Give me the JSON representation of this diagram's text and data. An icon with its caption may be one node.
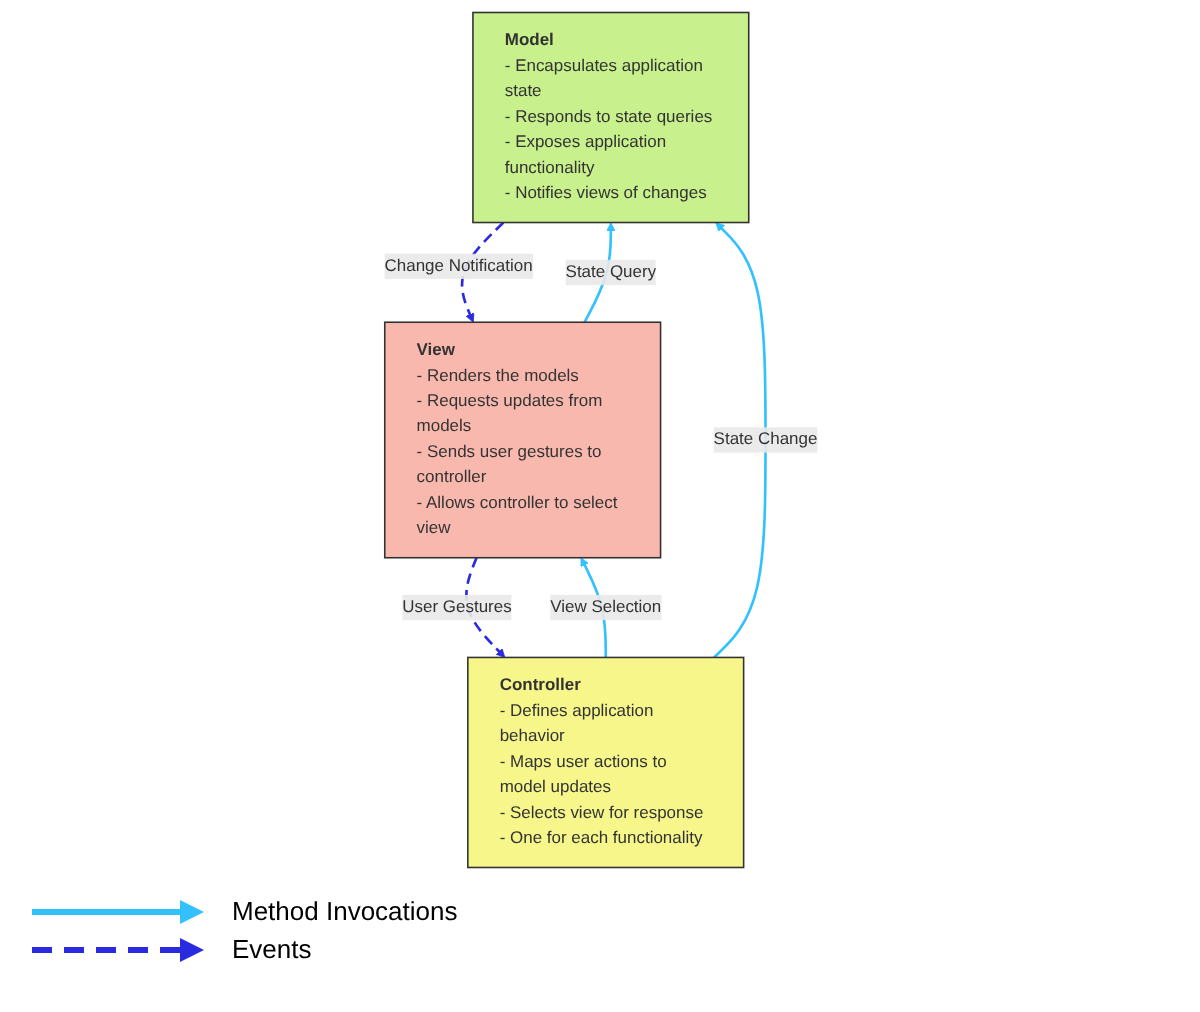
{
  "diagram": {
    "nodes": [
      {
        "text": [
          "Model",
          "- Encapsulates application state",
          "- Responds to state queries",
          "- Exposes application functionality",
          "- Notifies views of changes"
        ]
      },
      {
        "text": [
          "View",
          "- Renders the models",
          "- Requests updates from models",
          "- Sends user gestures to controller",
          "- Allows controller to select view"
        ]
      },
      {
        "text": [
          "Controller",
          "- Defines application behavior",
          "- Maps user actions to model updates",
          "- Selects view for response",
          "- One for each functionality"
        ]
      }
    ],
    "edges": [
      {
        "from": 1,
        "to": 0,
        "arrow": "to",
        "label": "State Query"
      },
      {
        "from": 0,
        "to": 1,
        "arrow": "to",
        "label": "Change Notification",
        "style": "dashed",
        "color": "#2a2ae0"
      },
      {
        "from": 2,
        "to": 0,
        "arrow": "to",
        "label": "State Change"
      },
      {
        "from": 2,
        "to": 1,
        "arrow": "to",
        "label": "View Selection"
      },
      {
        "from": 1,
        "to": 2,
        "arrow": "to",
        "label": "User Gestures",
        "style": "dashed",
        "color": "#2a2ae0"
      }
    ],
    "legend": [
      {
        "text": "Method Invocations"
      },
      {
        "text": "Events"
      }
    ]
  }
}
